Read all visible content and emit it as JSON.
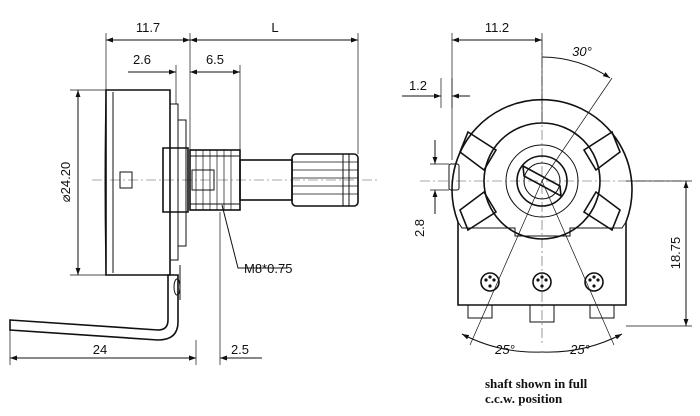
{
  "side_view": {
    "dim_body_width": "11.7",
    "dim_length": "L",
    "dim_flange": "2.6",
    "dim_bushing": "6.5",
    "dim_diameter": "⌀24.20",
    "dim_thread": "M8*0.75",
    "dim_terminal_length": "24",
    "dim_terminal_offset": "2.5"
  },
  "front_view": {
    "dim_width": "11.2",
    "dim_lug": "1.2",
    "dim_tab": "2.8",
    "dim_height": "18.75",
    "angle_top": "30°",
    "angle_left": "25°",
    "angle_right": "25°"
  },
  "note": {
    "line1": "shaft shown in full",
    "line2": "c.c.w. position"
  }
}
